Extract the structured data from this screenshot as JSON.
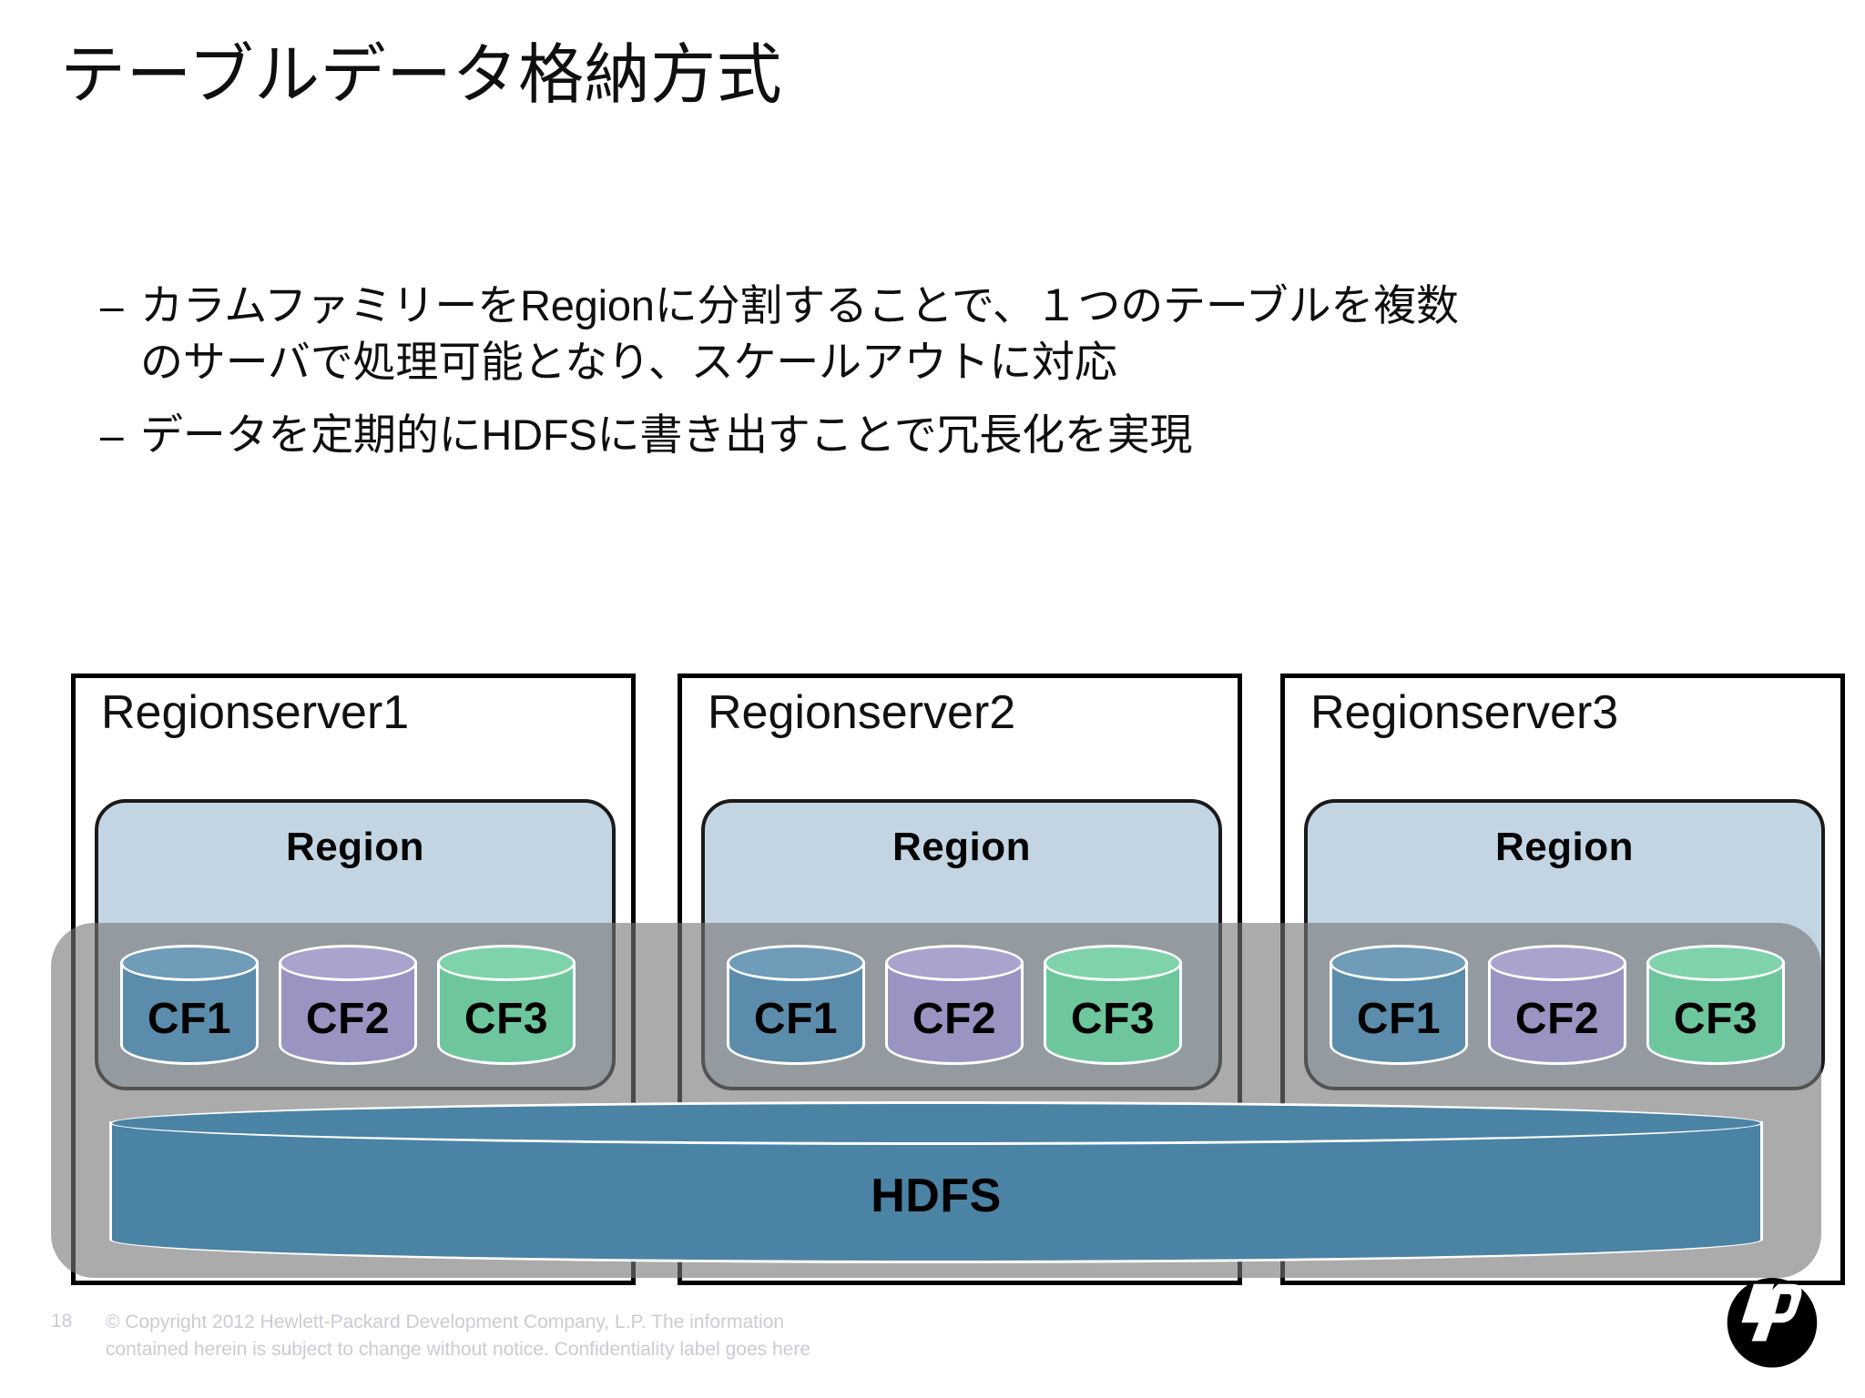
{
  "slide": {
    "title": "テーブルデータ格納方式",
    "bullets": [
      {
        "marker": "–",
        "lines": [
          "カラムファミリーをRegionに分割することで、１つのテーブルを複数",
          "のサーバで処理可能となり、スケールアウトに対応"
        ]
      },
      {
        "marker": "–",
        "lines": [
          "データを定期的にHDFSに書き出すことで冗長化を実現"
        ]
      }
    ]
  },
  "diagram": {
    "regionservers": [
      {
        "title": "Regionserver1",
        "region_label": "Region",
        "column_families": [
          "CF1",
          "CF2",
          "CF3"
        ]
      },
      {
        "title": "Regionserver2",
        "region_label": "Region",
        "column_families": [
          "CF1",
          "CF2",
          "CF3"
        ]
      },
      {
        "title": "Regionserver3",
        "region_label": "Region",
        "column_families": [
          "CF1",
          "CF2",
          "CF3"
        ]
      }
    ],
    "storage_label": "HDFS",
    "colors": {
      "region_fill": "#c3d5e2",
      "cf1": "#5b8cab",
      "cf2": "#9a94c2",
      "cf3": "#6ec79c",
      "hdfs": "#4b83a5",
      "overlay": "#787878"
    }
  },
  "footer": {
    "page_number": "18",
    "copyright_line1": "© Copyright 2012 Hewlett-Packard Development Company, L.P.  The information",
    "copyright_line2": "contained herein is subject to change without notice. Confidentiality label goes here",
    "logo": "hp"
  }
}
